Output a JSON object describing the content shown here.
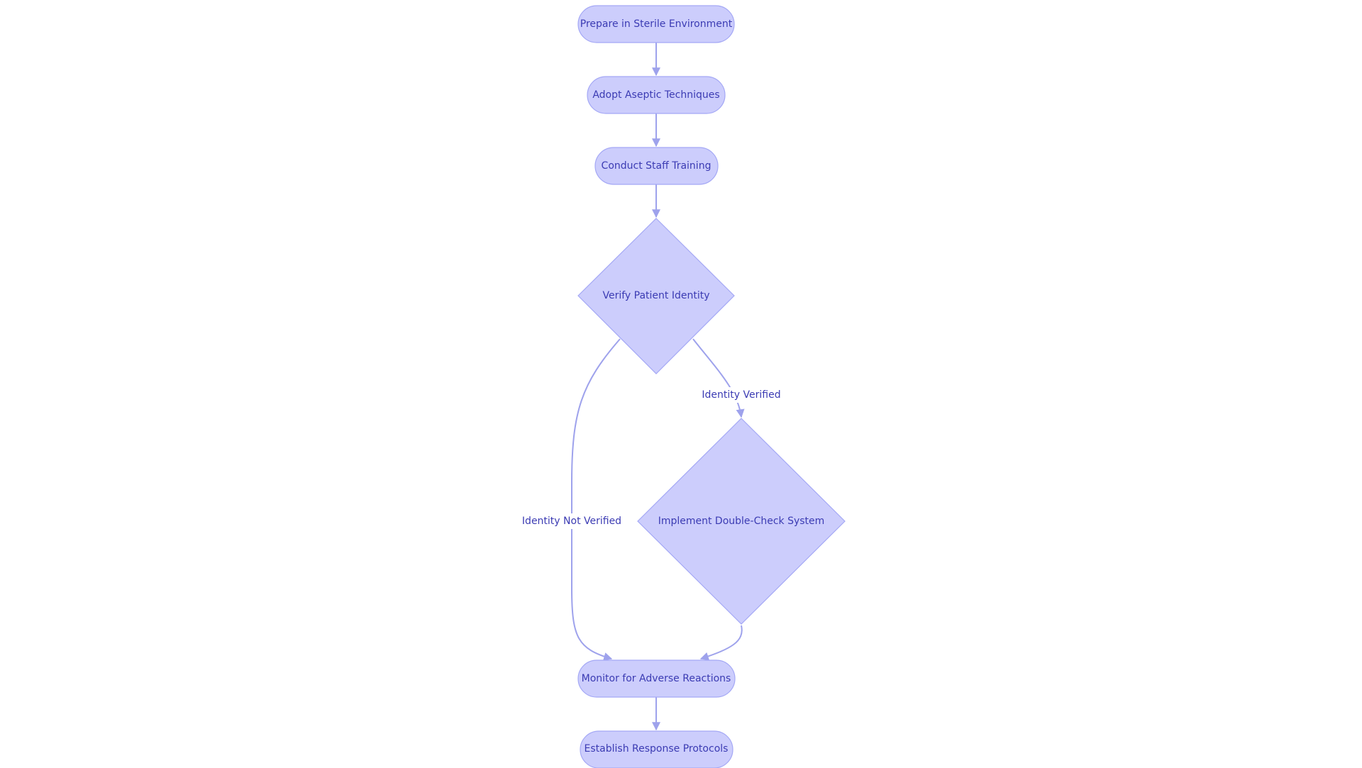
{
  "nodes": {
    "prepare": "Prepare in Sterile Environment",
    "aseptic": "Adopt Aseptic Techniques",
    "training": "Conduct Staff Training",
    "verify": "Verify Patient Identity",
    "double_check": "Implement Double-Check System",
    "monitor": "Monitor for Adverse Reactions",
    "protocols": "Establish Response Protocols"
  },
  "edges": {
    "identity_verified": "Identity Verified",
    "identity_not_verified": "Identity Not Verified"
  },
  "colors": {
    "node_fill": "#cccdfc",
    "node_stroke": "#a4a8f5",
    "edge": "#9ea2ec",
    "text": "#3b3bb3"
  }
}
